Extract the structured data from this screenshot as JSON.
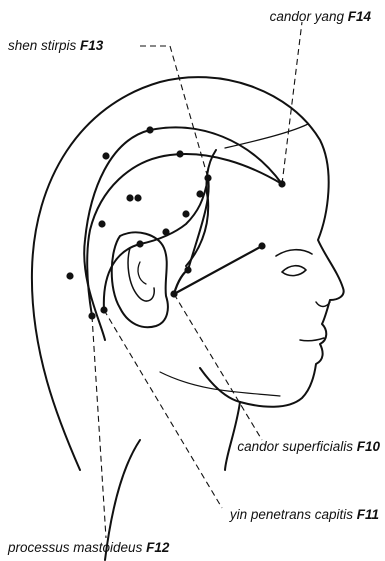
{
  "points": [
    {
      "name": "candor yang",
      "code": "F14"
    },
    {
      "name": "shen stirpis",
      "code": "F13"
    },
    {
      "name": "candor superficialis",
      "code": "F10"
    },
    {
      "name": "yin penetrans capitis",
      "code": "F11"
    },
    {
      "name": "processus mastoideus",
      "code": "F12"
    }
  ],
  "colors": {
    "ink": "#111111",
    "background": "#ffffff"
  }
}
